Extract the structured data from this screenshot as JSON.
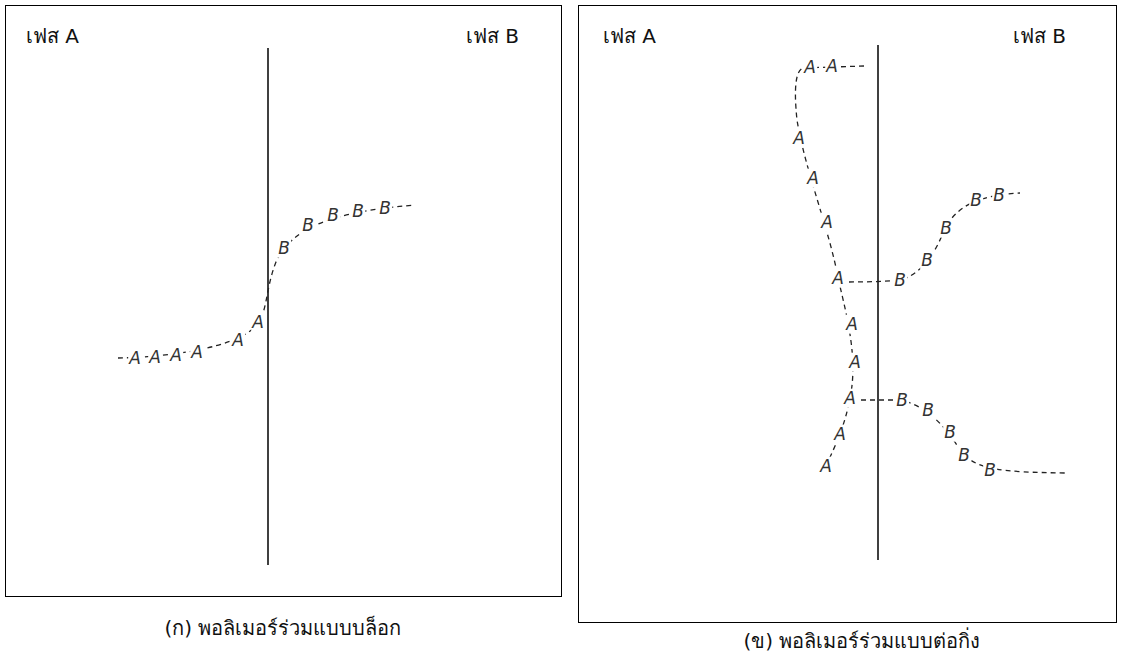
{
  "diagram": {
    "nodes": [
      {
        "text": [
          "เฟส A",
          "เฟส B"
        ]
      },
      {
        "text": [
          "เฟส A",
          "เฟส B"
        ]
      }
    ],
    "labels": [
      "(ก) พอลิเมอร์ร่วมแบบบล็อก",
      "(ข) พอลิเมอร์ร่วมแบบต่อกิ่ง",
      "A",
      "A",
      "A",
      "A",
      "A",
      "A",
      "B",
      "B",
      "B",
      "B",
      "B",
      "A",
      "A",
      "A",
      "A",
      "A",
      "A",
      "A",
      "A",
      "A",
      "A",
      "A",
      "B",
      "B",
      "B",
      "B",
      "B",
      "B",
      "B",
      "B",
      "B",
      "B"
    ]
  }
}
